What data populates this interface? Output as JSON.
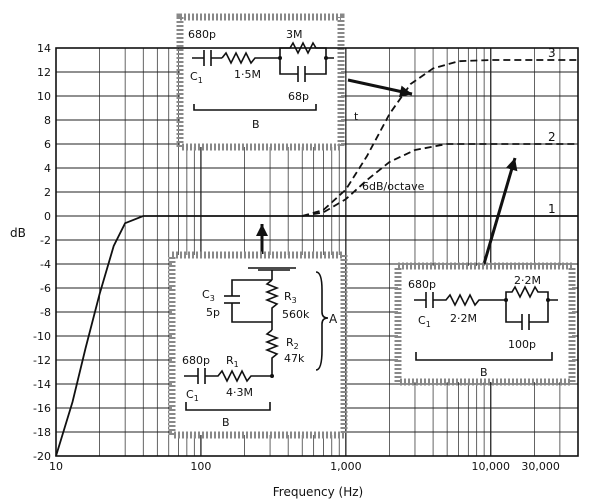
{
  "chart_data": {
    "type": "line",
    "xlabel": "Frequency (Hz)",
    "ylabel": "dB",
    "xscale": "log",
    "xlim": [
      10,
      40000
    ],
    "ylim": [
      -20,
      14
    ],
    "x_tick_labels": [
      "10",
      "100",
      "1,000",
      "10,000",
      "30,000"
    ],
    "x_tick_values": [
      10,
      100,
      1000,
      10000,
      30000
    ],
    "y_ticks": [
      14,
      12,
      10,
      8,
      6,
      4,
      2,
      0,
      -2,
      -4,
      -6,
      -8,
      -10,
      -12,
      -14,
      -16,
      -18,
      -20
    ],
    "y_tick_labels": [
      "14",
      "12",
      "10",
      "8",
      "6",
      "4",
      "2",
      "0",
      "-2",
      "-4",
      "-6",
      "-8",
      "-10",
      "-12",
      "-14",
      "-16",
      "-18",
      "-20"
    ],
    "grid": true,
    "series": [
      {
        "name": "1",
        "style": "solid",
        "x": [
          10,
          13,
          16,
          20,
          25,
          30,
          40,
          60,
          100,
          1000,
          10000,
          40000
        ],
        "y": [
          -20,
          -15.5,
          -11,
          -6.5,
          -2.5,
          -0.6,
          0,
          0,
          0,
          0,
          0,
          0
        ]
      },
      {
        "name": "2",
        "style": "dashed",
        "x": [
          500,
          700,
          1000,
          1400,
          2000,
          3000,
          5000,
          10000,
          40000
        ],
        "y": [
          0,
          0.3,
          1.4,
          3,
          4.5,
          5.5,
          6,
          6,
          6
        ]
      },
      {
        "name": "3",
        "style": "dashed",
        "x": [
          500,
          700,
          1000,
          1400,
          2000,
          2800,
          4000,
          6000,
          10000,
          40000
        ],
        "y": [
          0,
          0.5,
          2.2,
          5,
          8.5,
          11,
          12.3,
          12.9,
          13,
          13
        ]
      }
    ],
    "annotations": [
      {
        "text": "6dB/octave"
      },
      {
        "text": "t"
      }
    ]
  },
  "insets": {
    "top": {
      "c1_value": "680p",
      "c1_name": "C",
      "c1_sub": "1",
      "r_series": "1·5M",
      "r_par": "3M",
      "c_par": "68p",
      "label": "B"
    },
    "middle": {
      "c3_name": "C",
      "c3_sub": "3",
      "c3_value": "5p",
      "r3_name": "R",
      "r3_sub": "3",
      "r3_value": "560k",
      "r2_name": "R",
      "r2_sub": "2",
      "r2_value": "47k",
      "a_label": "A",
      "c1_value": "680p",
      "r1_name": "R",
      "r1_sub": "1",
      "r1_value": "4·3M",
      "c1_name": "C",
      "c1_sub": "1",
      "b_label": "B"
    },
    "right": {
      "c1_value": "680p",
      "c1_name": "C",
      "c1_sub": "1",
      "r_series": "2·2M",
      "r_par": "2·2M",
      "c_par": "100p",
      "label": "B"
    }
  }
}
